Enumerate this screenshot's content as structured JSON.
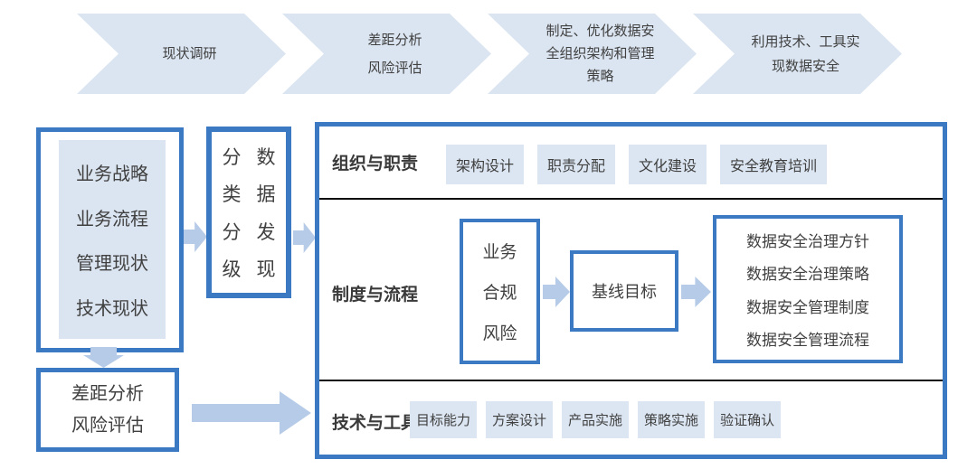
{
  "colors": {
    "accent_border": "#3b79c2",
    "chevron_fill": "#dbe5f1",
    "panel_fill": "#dbe5f1",
    "chip_bg": "#dce6f2",
    "arrow_fill": "#b6cbe8",
    "divider": "#0d0d0d",
    "text": "#404040"
  },
  "process_steps": [
    {
      "lines": [
        "现状调研"
      ]
    },
    {
      "lines": [
        "差距分析",
        "风险评估"
      ]
    },
    {
      "lines": [
        "制定、优化数据安",
        "全组织架构和管理",
        "策略"
      ]
    },
    {
      "lines": [
        "利用技术、工具实",
        "现数据安全"
      ]
    }
  ],
  "current_state": {
    "items": [
      "业务战略",
      "业务流程",
      "管理现状",
      "技术现状"
    ]
  },
  "classification": {
    "rows": [
      [
        "分",
        "数"
      ],
      [
        "类",
        "据"
      ],
      [
        "分",
        "发"
      ],
      [
        "级",
        "现"
      ]
    ]
  },
  "gap_analysis": {
    "lines": [
      "差距分析",
      "风险评估"
    ]
  },
  "framework": {
    "org_row": {
      "label": "组织与职责",
      "chips": [
        "架构设计",
        "职责分配",
        "文化建设",
        "安全教育培训"
      ]
    },
    "policy_row": {
      "label": "制度与流程",
      "input_lines": [
        "业务",
        "合规",
        "风险"
      ],
      "baseline": "基线目标",
      "outputs": [
        "数据安全治理方针",
        "数据安全治理策略",
        "数据安全管理制度",
        "数据安全管理流程"
      ]
    },
    "tech_row": {
      "label": "技术与工具",
      "chips": [
        "目标能力",
        "方案设计",
        "产品实施",
        "策略实施",
        "验证确认"
      ]
    }
  }
}
